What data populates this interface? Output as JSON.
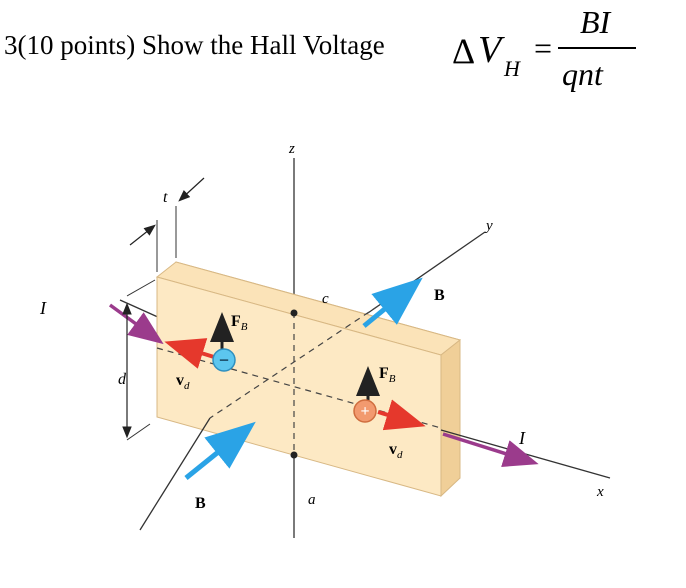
{
  "problem": {
    "question": "3(10 points) Show the Hall Voltage",
    "delta": "Δ",
    "var": "V",
    "sub": "H",
    "equals": "=",
    "numerator": "BI",
    "denominator": "qnt"
  },
  "figure": {
    "axis_z": "z",
    "axis_y": "y",
    "axis_x": "x",
    "t": "t",
    "d": "d",
    "c": "c",
    "a": "a",
    "I_left": "I",
    "I_right": "I",
    "B_top": "B",
    "B_bottom": "B",
    "FB": "F",
    "FB_sub": "B",
    "vd": "v",
    "vd_sub": "d",
    "minus": "−",
    "plus": "+",
    "colors": {
      "slab_front": "#fde9c4",
      "slab_side": "#f3d7a6",
      "current": "#9b3b8c",
      "field": "#2aa3e6",
      "velocity": "#e5382c",
      "electron": "#5cc6ef",
      "hole": "#f29a6f"
    }
  }
}
